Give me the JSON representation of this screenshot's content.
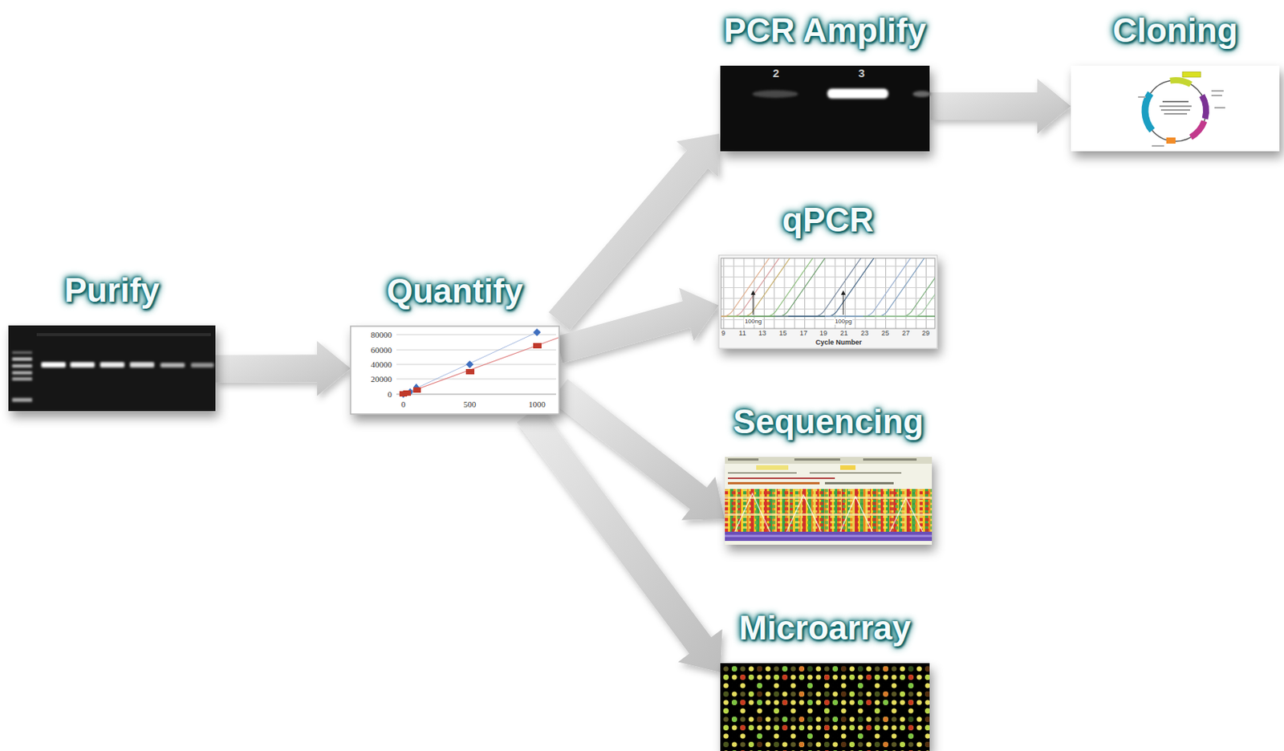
{
  "diagram": {
    "nodes": [
      {
        "text": [
          "Purify"
        ]
      },
      {
        "text": [
          "Quantify"
        ]
      },
      {
        "text": [
          "PCR Amplify"
        ]
      },
      {
        "text": [
          "Cloning"
        ]
      },
      {
        "text": [
          "qPCR"
        ]
      },
      {
        "text": [
          "Sequencing"
        ]
      },
      {
        "text": [
          "Microarray"
        ]
      }
    ],
    "edges": [
      {
        "from": 0,
        "to": 1,
        "arrow": "to"
      },
      {
        "from": 1,
        "to": 2,
        "arrow": "to"
      },
      {
        "from": 1,
        "to": 4,
        "arrow": "to"
      },
      {
        "from": 1,
        "to": 5,
        "arrow": "to"
      },
      {
        "from": 1,
        "to": 6,
        "arrow": "to"
      },
      {
        "from": 2,
        "to": 3,
        "arrow": "to"
      }
    ],
    "labels": [
      "2",
      "3",
      "80000",
      "60000",
      "40000",
      "20000",
      "0",
      "0",
      "500",
      "1000",
      "9",
      "11",
      "13",
      "15",
      "17",
      "19",
      "21",
      "23",
      "25",
      "27",
      "29",
      "100ng",
      "100pg",
      "Cycle Number"
    ]
  }
}
